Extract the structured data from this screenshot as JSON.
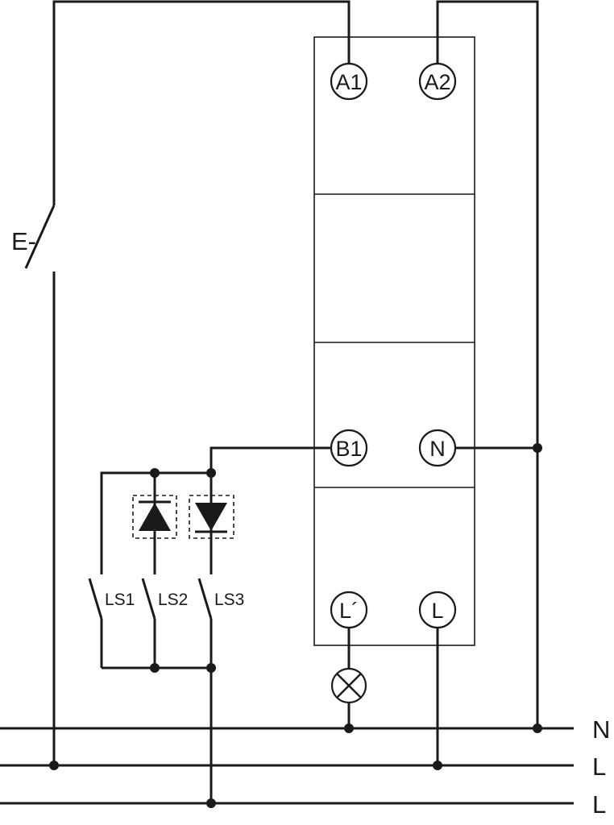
{
  "terminals": {
    "a1": "A1",
    "a2": "A2",
    "b1": "B1",
    "n": "N",
    "l_prime": "L´",
    "l": "L"
  },
  "switches": {
    "main": "E-",
    "ls1": "LS1",
    "ls2": "LS2",
    "ls3": "LS3"
  },
  "rails": [
    "N",
    "L",
    "L"
  ],
  "icons": {
    "lamp": "lamp-icon",
    "diode": "diode-icon"
  },
  "colors": {
    "line": "#1a1a1a",
    "background": "#ffffff"
  }
}
